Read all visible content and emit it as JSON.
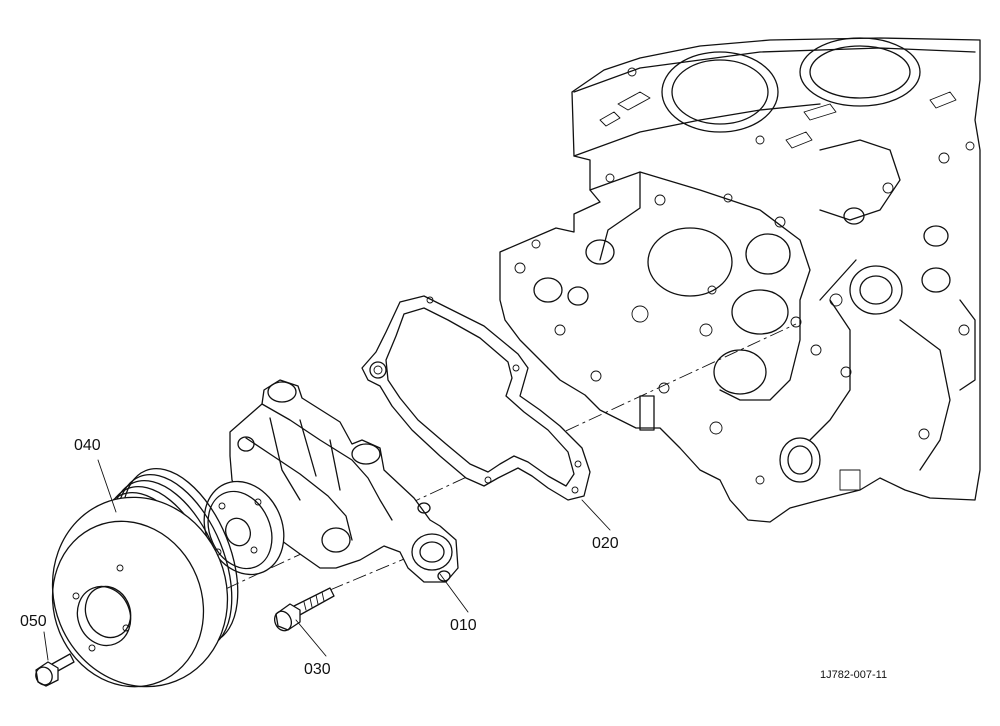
{
  "parts": [
    {
      "number": "010",
      "part": "water-pump-body"
    },
    {
      "number": "020",
      "part": "pump-gasket"
    },
    {
      "number": "030",
      "part": "flange-bolt-long"
    },
    {
      "number": "040",
      "part": "fan-pulley"
    },
    {
      "number": "050",
      "part": "flange-bolt-short"
    }
  ],
  "reference_code": "1J782-007-11",
  "line_color": "#111111",
  "background_color": "#ffffff"
}
